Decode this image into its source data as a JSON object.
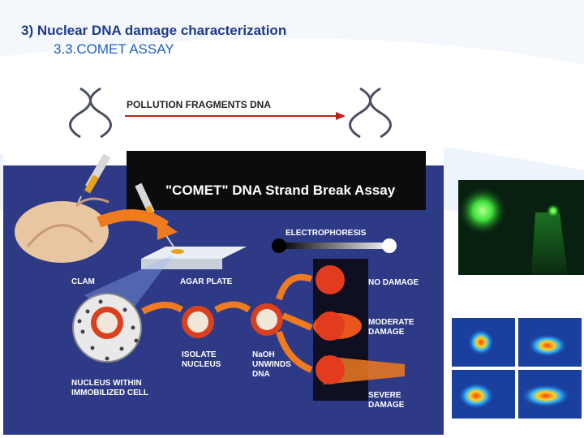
{
  "slide": {
    "title": "3) Nuclear DNA damage characterization",
    "subtitle": "3.3.COMET ASSAY"
  },
  "diagram": {
    "top_caption": "POLLUTION FRAGMENTS DNA",
    "banner": "\"COMET\" DNA Strand Break Assay",
    "electrophoresis": "ELECTROPHORESIS",
    "clam": "CLAM",
    "agar_plate": "AGAR PLATE",
    "no_damage": "NO DAMAGE",
    "moderate_damage_1": "MODERATE",
    "moderate_damage_2": "DAMAGE",
    "severe_damage_1": "SEVERE",
    "severe_damage_2": "DAMAGE",
    "isolate_nucleus_1": "ISOLATE",
    "isolate_nucleus_2": "NUCLEUS",
    "naoh_1": "NaOH",
    "naoh_2": "UNWINDS",
    "naoh_3": "DNA",
    "nucleus_cell_1": "NUCLEUS WITHIN",
    "nucleus_cell_2": "IMMOBILIZED CELL"
  },
  "colors": {
    "navy": "#2e3a86",
    "orange": "#f07a1e",
    "green": "#3ee03a",
    "title_blue": "#1f3a8a"
  }
}
